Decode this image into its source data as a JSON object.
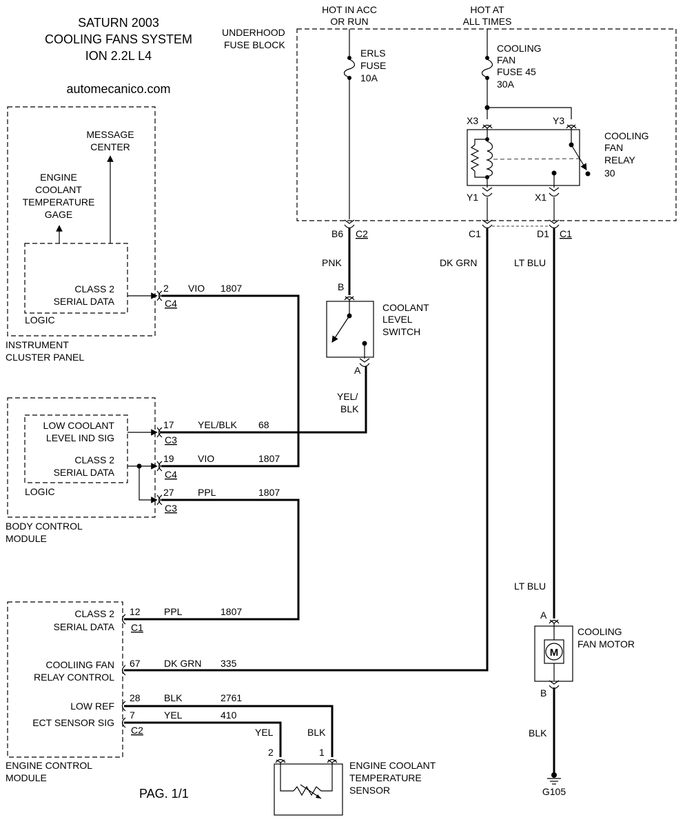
{
  "header": {
    "title_line1": "SATURN 2003",
    "title_line2": "COOLING FANS SYSTEM",
    "title_line3": "ION 2.2L L4",
    "site": "automecanico.com"
  },
  "power": {
    "hot_acc_1": "HOT IN ACC",
    "hot_acc_2": "OR RUN",
    "hot_always_1": "HOT AT",
    "hot_always_2": "ALL TIMES",
    "fuse_block_1": "UNDERHOOD",
    "fuse_block_2": "FUSE BLOCK",
    "erls_1": "ERLS",
    "erls_2": "FUSE",
    "erls_3": "10A",
    "fan_fuse_1": "COOLING",
    "fan_fuse_2": "FAN",
    "fan_fuse_3": "FUSE 45",
    "fan_fuse_4": "30A"
  },
  "relay": {
    "name_1": "COOLING",
    "name_2": "FAN",
    "name_3": "RELAY",
    "name_4": "30",
    "x3": "X3",
    "y3": "Y3",
    "y1": "Y1",
    "x1": "X1"
  },
  "connectors": {
    "b6": "B6",
    "c2_top": "C2",
    "c1_y1": "C1",
    "d1": "D1",
    "c1_d1": "C1"
  },
  "wires": {
    "pnk": "PNK",
    "dk_grn_top": "DK GRN",
    "lt_blu_top": "LT BLU",
    "lt_blu_bottom": "LT BLU",
    "yel_blk_1": "YEL/",
    "yel_blk_2": "BLK",
    "blk_motor": "BLK"
  },
  "coolant_switch": {
    "pin_b": "B",
    "pin_a": "A",
    "name_1": "COOLANT",
    "name_2": "LEVEL",
    "name_3": "SWITCH"
  },
  "ipc": {
    "message_1": "MESSAGE",
    "message_2": "CENTER",
    "gage_1": "ENGINE",
    "gage_2": "COOLANT",
    "gage_3": "TEMPERATURE",
    "gage_4": "GAGE",
    "class2_1": "CLASS 2",
    "class2_2": "SERIAL DATA",
    "logic": "LOGIC",
    "name_1": "INSTRUMENT",
    "name_2": "CLUSTER PANEL",
    "pin": "2",
    "color": "VIO",
    "circuit": "1807",
    "conn": "C4"
  },
  "bcm": {
    "low_1": "LOW COOLANT",
    "low_2": "LEVEL IND SIG",
    "class2_1": "CLASS 2",
    "class2_2": "SERIAL DATA",
    "logic": "LOGIC",
    "name_1": "BODY CONTROL",
    "name_2": "MODULE",
    "p17": "17",
    "p17_color": "YEL/BLK",
    "p17_circuit": "68",
    "p17_conn": "C3",
    "p19": "19",
    "p19_color": "VIO",
    "p19_circuit": "1807",
    "p19_conn": "C4",
    "p27": "27",
    "p27_color": "PPL",
    "p27_circuit": "1807",
    "p27_conn": "C3"
  },
  "ecm": {
    "class2_1": "CLASS 2",
    "class2_2": "SERIAL DATA",
    "relay_1": "COOLIING FAN",
    "relay_2": "RELAY CONTROL",
    "low_ref": "LOW REF",
    "ect": "ECT SENSOR SIG",
    "name_1": "ENGINE CONTROL",
    "name_2": "MODULE",
    "p12": "12",
    "p12_color": "PPL",
    "p12_circuit": "1807",
    "p12_conn": "C1",
    "p67": "67",
    "p67_color": "DK GRN",
    "p67_circuit": "335",
    "p28": "28",
    "p28_color": "BLK",
    "p28_circuit": "2761",
    "p7": "7",
    "p7_color": "YEL",
    "p7_circuit": "410",
    "p7_conn": "C2"
  },
  "sensor": {
    "yel": "YEL",
    "blk": "BLK",
    "pin2": "2",
    "pin1": "1",
    "name_1": "ENGINE COOLANT",
    "name_2": "TEMPERATURE",
    "name_3": "SENSOR"
  },
  "motor": {
    "pin_a": "A",
    "pin_b": "B",
    "symbol": "M",
    "name_1": "COOLING",
    "name_2": "FAN MOTOR",
    "ground": "G105"
  },
  "footer": {
    "page": "PAG. 1/1"
  }
}
